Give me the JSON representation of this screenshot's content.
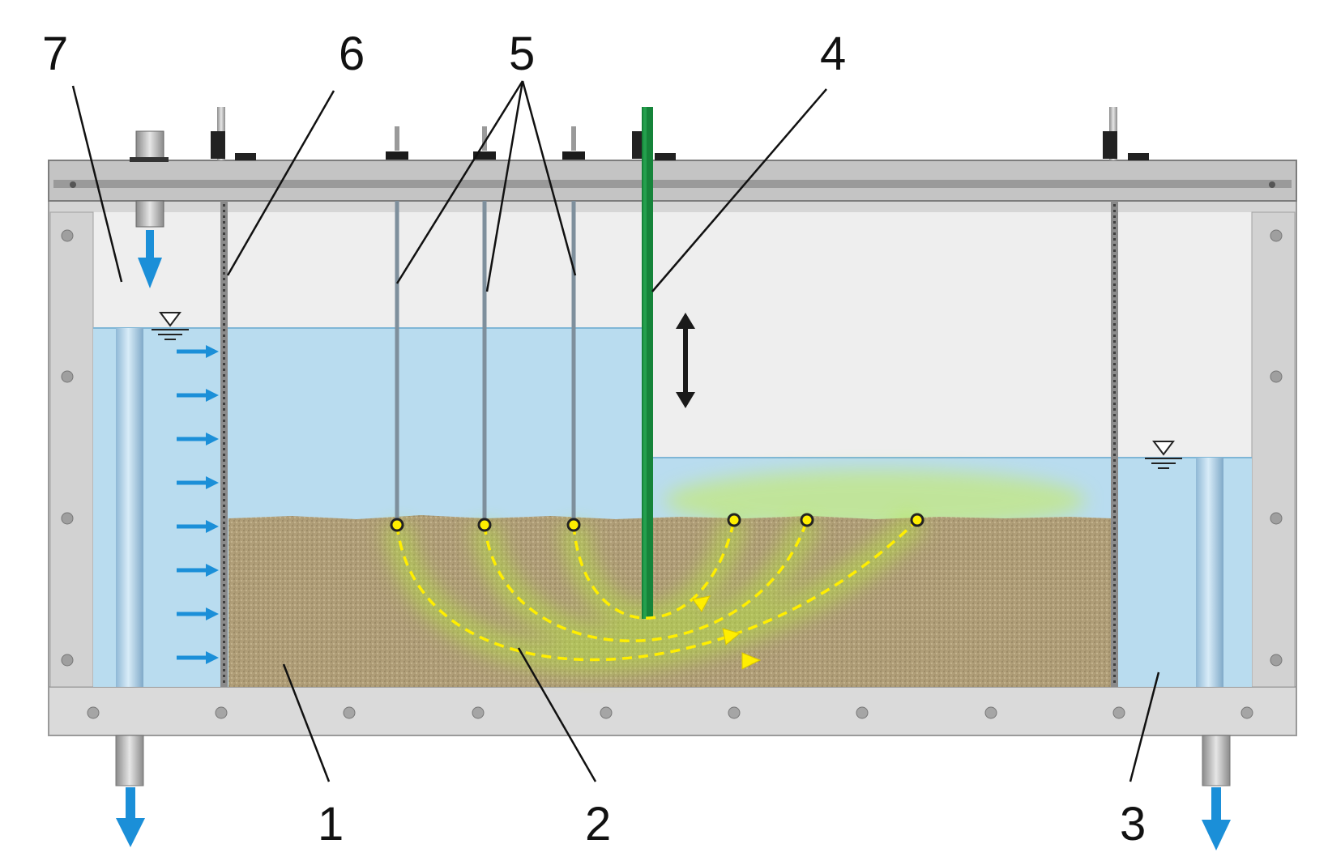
{
  "labels": {
    "n1": "1",
    "n2": "2",
    "n3": "3",
    "n4": "4",
    "n5": "5",
    "n6": "6",
    "n7": "7"
  },
  "colors": {
    "water": "#b9dcef",
    "sand": "#b09e78",
    "frame": "#d7d7d7",
    "wall": "#c9c9c9",
    "air": "#eeeeee",
    "flow_arrow": "#1b8fd8",
    "sheet_pile": "#16843a",
    "seepage_path": "#ffee00",
    "seepage_glow": "#b6ea3c",
    "leader_line": "#111111"
  },
  "icons": {
    "water_level": "water-level-triangle-icon",
    "adjust": "double-vertical-arrow-icon",
    "outflow": "down-arrow-icon",
    "inflow": "right-arrow-icon"
  }
}
